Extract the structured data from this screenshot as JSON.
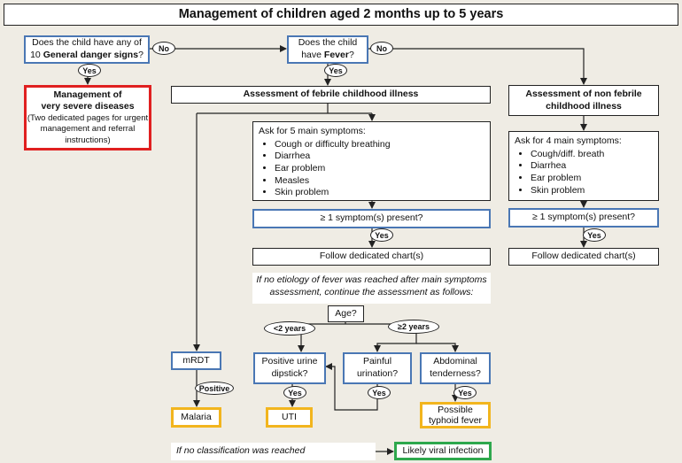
{
  "title": "Management of children aged 2 months up to 5 years",
  "danger_q": {
    "pre": "Does the child have any of",
    "count": "10",
    "bold": "General danger signs",
    "post": "?"
  },
  "fever_q": {
    "pre": "Does the child",
    "pre2": "have",
    "bold": "Fever",
    "post": "?"
  },
  "severe": {
    "line1": "Management of",
    "line2": "very severe diseases",
    "note": "(Two dedicated pages for urgent management and referral instructions)"
  },
  "febrile_assessment": "Assessment of febrile childhood illness",
  "nonfebrile_assessment": {
    "line1": "Assessment of non febrile",
    "line2": "childhood illness"
  },
  "febrile_symptoms": {
    "header": "Ask for 5 main symptoms:",
    "items": [
      "Cough or difficulty breathing",
      "Diarrhea",
      "Ear problem",
      "Measles",
      "Skin problem"
    ]
  },
  "nonfebrile_symptoms": {
    "header": "Ask for 4 main symptoms:",
    "items": [
      "Cough/diff. breath",
      "Diarrhea",
      "Ear problem",
      "Skin problem"
    ]
  },
  "symptom_present": "≥ 1 symptom(s) present?",
  "follow_chart": "Follow dedicated chart(s)",
  "no_etiology": "If no etiology of fever was reached after main symptoms assessment, continue the assessment as follows:",
  "age_q": "Age?",
  "age_lt2": "<2 years",
  "age_ge2": "≥2 years",
  "mrdt": "mRDT",
  "urine_dipstick": "Positive urine dipstick?",
  "painful_urination": "Painful urination?",
  "abdominal": "Abdominal tenderness?",
  "malaria": "Malaria",
  "uti": "UTI",
  "typhoid": {
    "line1": "Possible",
    "line2": "typhoid fever"
  },
  "no_classification": "If no classification was reached",
  "viral": "Likely viral infection",
  "labels": {
    "yes": "Yes",
    "no": "No",
    "positive": "Positive"
  },
  "colors": {
    "blue": "#4a77b4",
    "red": "#e02020",
    "yellow": "#f2b51e",
    "green": "#2ea84d",
    "background": "#efece4"
  }
}
